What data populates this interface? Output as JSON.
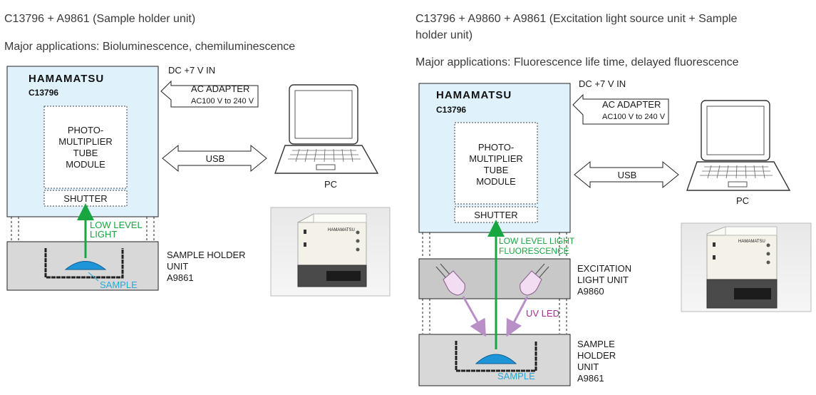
{
  "left": {
    "title": "C13796 + A9861 (Sample holder unit)",
    "applications": "Major applications: Bioluminescence, chemiluminescence",
    "brand": "HAMAMATSU",
    "model": "C13796",
    "dc_in": "DC +7 V IN",
    "adapter_line1": "AC ADAPTER",
    "adapter_line2": "AC100 V to 240 V",
    "pmt_lines": [
      "PHOTO-",
      "MULTIPLIER",
      "TUBE",
      "MODULE"
    ],
    "shutter": "SHUTTER",
    "usb": "USB",
    "pc": "PC",
    "light_lines": [
      "LOW LEVEL",
      "LIGHT"
    ],
    "sample": "SAMPLE",
    "holder_lines": [
      "SAMPLE HOLDER",
      "UNIT",
      "A9861"
    ]
  },
  "right": {
    "title_line1": "C13796 + A9860 + A9861 (Excitation light source unit + Sample",
    "title_line2": "holder unit)",
    "applications": "Major applications: Fluorescence life time, delayed fluorescence",
    "brand": "HAMAMATSU",
    "model": "C13796",
    "dc_in": "DC +7 V IN",
    "adapter_line1": "AC ADAPTER",
    "adapter_line2": "AC100 V to 240 V",
    "pmt_lines": [
      "PHOTO-",
      "MULTIPLIER",
      "TUBE",
      "MODULE"
    ],
    "shutter": "SHUTTER",
    "usb": "USB",
    "pc": "PC",
    "light_lines": [
      "LOW LEVEL LIGHT",
      "FLUORESCENCE"
    ],
    "excitation_lines": [
      "EXCITATION",
      "LIGHT UNIT",
      "A9860"
    ],
    "uv_led": "UV LED",
    "sample": "SAMPLE",
    "holder_lines": [
      "SAMPLE",
      "HOLDER",
      "UNIT",
      "A9861"
    ]
  },
  "photo_brand": "HAMAMATSU",
  "colors": {
    "unit_fill": "#dff1fb",
    "holder_fill": "#d8d8d8",
    "excitation_fill": "#c8c8c8",
    "light_green": "#19a640",
    "sample_blue": "#1e95d8",
    "uv_purple": "#b98fc8"
  }
}
